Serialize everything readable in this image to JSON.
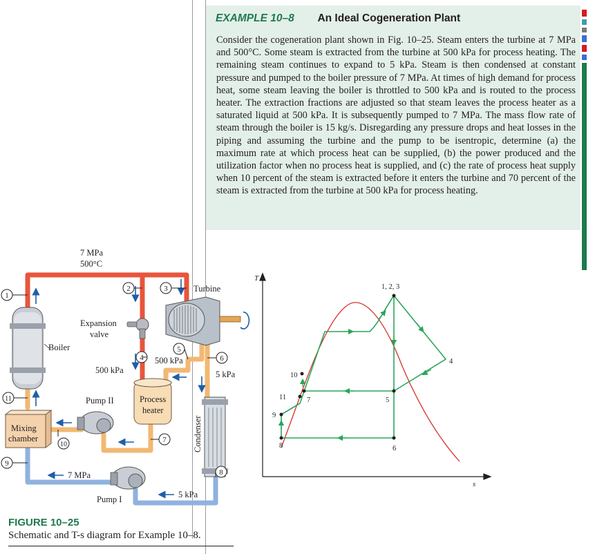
{
  "example": {
    "number": "EXAMPLE 10–8",
    "title": "An Ideal Cogeneration Plant",
    "text": "Consider the cogeneration plant shown in Fig. 10–25. Steam enters the turbine at 7 MPa and 500°C. Some steam is extracted from the turbine at 500 kPa for process heating. The remaining steam continues to expand to 5 kPa. Steam is then condensed at constant pressure and pumped to the boiler pressure of 7 MPa. At times of high demand for process heat, some steam leaving the boiler is throttled to 500 kPa and is routed to the process heater. The extraction fractions are adjusted so that steam leaves the process heater as a saturated liquid at 500 kPa. It is subsequently pumped to 7 MPa. The mass flow rate of steam through the boiler is 15 kg/s. Disregarding any pressure drops and heat losses in the piping and assuming the turbine and the pump to be isentropic, determine (a) the maximum rate at which process heat can be supplied, (b) the power produced and the utilization factor when no process heat is supplied, and (c) the rate of process heat supply when 10 percent of the steam is extracted before it enters the turbine and 70 percent of the steam is extracted from the turbine at 500 kPa for process heating."
  },
  "figure": {
    "label": "FIGURE 10–25",
    "caption": "Schematic and T-s diagram for Example 10–8."
  },
  "schematic": {
    "boiler_conditions": [
      "7 MPa",
      "500°C"
    ],
    "components": {
      "turbine": "Turbine",
      "boiler": "Boiler",
      "expansion_valve": [
        "Expansion",
        "valve"
      ],
      "process_heater": [
        "Process",
        "heater"
      ],
      "condenser": "Condenser",
      "pump_1": "Pump I",
      "pump_2": "Pump II",
      "mixing_chamber": [
        "Mixing",
        "chamber"
      ]
    },
    "state_labels": [
      "1",
      "2",
      "3",
      "4",
      "5",
      "6",
      "7",
      "8",
      "9",
      "10",
      "11"
    ],
    "pressure_labels": {
      "valve_outlet": "500 kPa",
      "extraction": "500 kPa",
      "turbine_exit": "5 kPa",
      "pump_1_inlet": "5 kPa",
      "pump_1_outlet": "7 MPa"
    },
    "colors": {
      "hot": "#e8553c",
      "warm": "#f2b873",
      "cold": "#8fb2df"
    }
  },
  "ts_diagram": {
    "axis_labels": {
      "y": "T",
      "x": "s"
    },
    "state_labels": {
      "s123": "1, 2, 3",
      "s4": "4",
      "s5": "5",
      "s6": "6",
      "s7": "7",
      "s8": "8",
      "s9": "9",
      "s10": "10",
      "s11": "11"
    },
    "colors": {
      "saturation_dome": "#d6302a",
      "cycle": "#2aa55a"
    }
  },
  "side_markers": [
    "#d71920",
    "#3aa0a8",
    "#7a7a7a",
    "#3b6fd6",
    "#d71920",
    "#3b6fd6",
    "#1e7a4e"
  ]
}
